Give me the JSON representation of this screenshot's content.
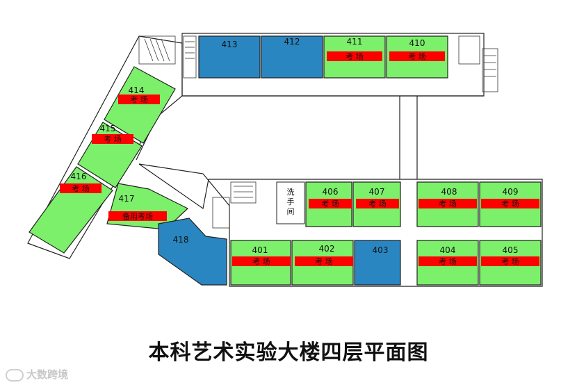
{
  "colors": {
    "exam": "#7cf06a",
    "spare": "#7cf06a",
    "other": "#2a86c0",
    "banner": "#ff0000",
    "wall": "#222222",
    "corridor": "#ffffff"
  },
  "banner_text": "考场",
  "title": "本科艺术实验大楼四层平面图",
  "watermark": "大数跨境",
  "rooms": [
    {
      "id": "413",
      "number": "413",
      "status": "other"
    },
    {
      "id": "412",
      "number": "412",
      "status": "other"
    },
    {
      "id": "411",
      "number": "411",
      "status": "exam",
      "banner": "考 场"
    },
    {
      "id": "410",
      "number": "410",
      "status": "exam",
      "banner": "考 场"
    },
    {
      "id": "414",
      "number": "414",
      "status": "exam",
      "banner": "考 场"
    },
    {
      "id": "415",
      "number": "415",
      "status": "exam",
      "banner": "考 场"
    },
    {
      "id": "416",
      "number": "416",
      "status": "exam",
      "banner": "考 场"
    },
    {
      "id": "417",
      "number": "417",
      "status": "spare",
      "banner": "备用考场"
    },
    {
      "id": "418",
      "number": "418",
      "status": "other"
    },
    {
      "id": "406",
      "number": "406",
      "status": "exam",
      "banner": "考 场"
    },
    {
      "id": "407",
      "number": "407",
      "status": "exam",
      "banner": "考 场"
    },
    {
      "id": "408",
      "number": "408",
      "status": "exam",
      "banner": "考 场"
    },
    {
      "id": "409",
      "number": "409",
      "status": "exam",
      "banner": "考 场"
    },
    {
      "id": "401",
      "number": "401",
      "status": "exam",
      "banner": "考 场"
    },
    {
      "id": "402",
      "number": "402",
      "status": "exam",
      "banner": "考 场"
    },
    {
      "id": "403",
      "number": "403",
      "status": "other"
    },
    {
      "id": "404",
      "number": "404",
      "status": "exam",
      "banner": "考 场"
    },
    {
      "id": "405",
      "number": "405",
      "status": "exam",
      "banner": "考 场"
    }
  ],
  "washroom": "洗手间"
}
